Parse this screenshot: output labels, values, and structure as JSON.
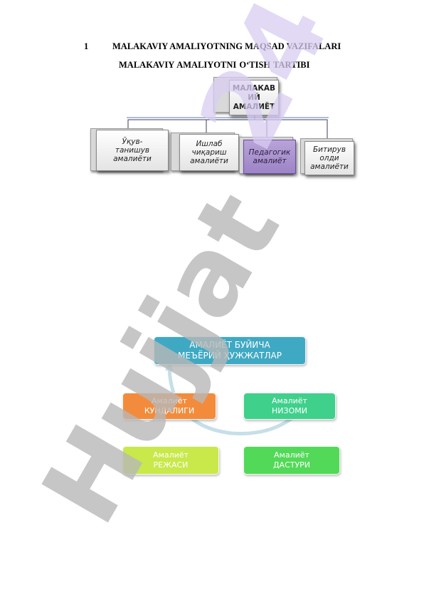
{
  "heading": {
    "number": "1",
    "title": "MALAKAVIY AMALIYOTNING MAQSAD VAZIFALARI",
    "subtitle": "MALAKAVIY  AMALIYOTNI O‘TISH TARTIBI"
  },
  "diagram1": {
    "root": "МАЛАКАВ\nИЙ\nАМАЛИЁТ",
    "children": [
      {
        "label": "Ўқув-\nтанишув\nамалиёти"
      },
      {
        "label": "Ишлаб\nчиқариш\nамалиёти"
      },
      {
        "label": "Педагогик\nамалиёт"
      },
      {
        "label": "Битирув\nолди\nамалиёти"
      }
    ],
    "selected_color": "#b39ddb"
  },
  "diagram2": {
    "top": {
      "label": "АМАЛИЁТ БУЙИЧА\nМЕЪЁРИЙ ҲУЖЖАТЛАР",
      "color": "#3fa9c4"
    },
    "items": [
      {
        "label": "Амалиёт\nКУНДАЛИГИ",
        "color": "#f28c3c"
      },
      {
        "label": "Амалиёт\nНИЗОМИ",
        "color": "#3fd08c"
      },
      {
        "label": "Амалиёт\nРЕЖАСИ",
        "color": "#c9e84a"
      },
      {
        "label": "Амалиёт\nДАСТУРИ",
        "color": "#52d957"
      }
    ]
  },
  "watermark": {
    "text": "Hujjat",
    "suffix": "24",
    "gray": "#b8b8b8",
    "purple": "#d8ccf2"
  }
}
